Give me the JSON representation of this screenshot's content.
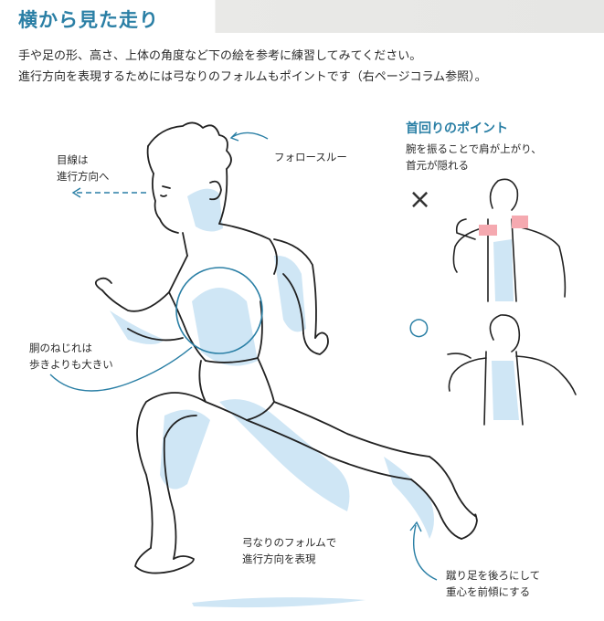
{
  "header": {
    "title": "横から見た走り"
  },
  "intro": {
    "line1": "手や足の形、高さ、上体の角度など下の絵を参考に練習してみてください。",
    "line2": "進行方向を表現するためには弓なりのフォルムもポイントです（右ページコラム参照）。"
  },
  "annotations": {
    "gaze_line1": "目線は",
    "gaze_line2": "進行方向へ",
    "follow_through": "フォロースルー",
    "torso_twist_line1": "胴のねじれは",
    "torso_twist_line2": "歩きよりも大きい",
    "bow_form_line1": "弓なりのフォルムで",
    "bow_form_line2": "進行方向を表現",
    "kick_leg_line1": "蹴り足を後ろにして",
    "kick_leg_line2": "重心を前傾にする"
  },
  "neck_point": {
    "title": "首回りのポイント",
    "desc_line1": "腕を振ることで肩が上がり、",
    "desc_line2": "首元が隠れる",
    "wrong_mark": "×",
    "right_mark": "○"
  },
  "colors": {
    "accent": "#2a7fa5",
    "skin_shade": "#cfe6f5",
    "highlight": "#f5a9b0",
    "line": "#222222"
  }
}
